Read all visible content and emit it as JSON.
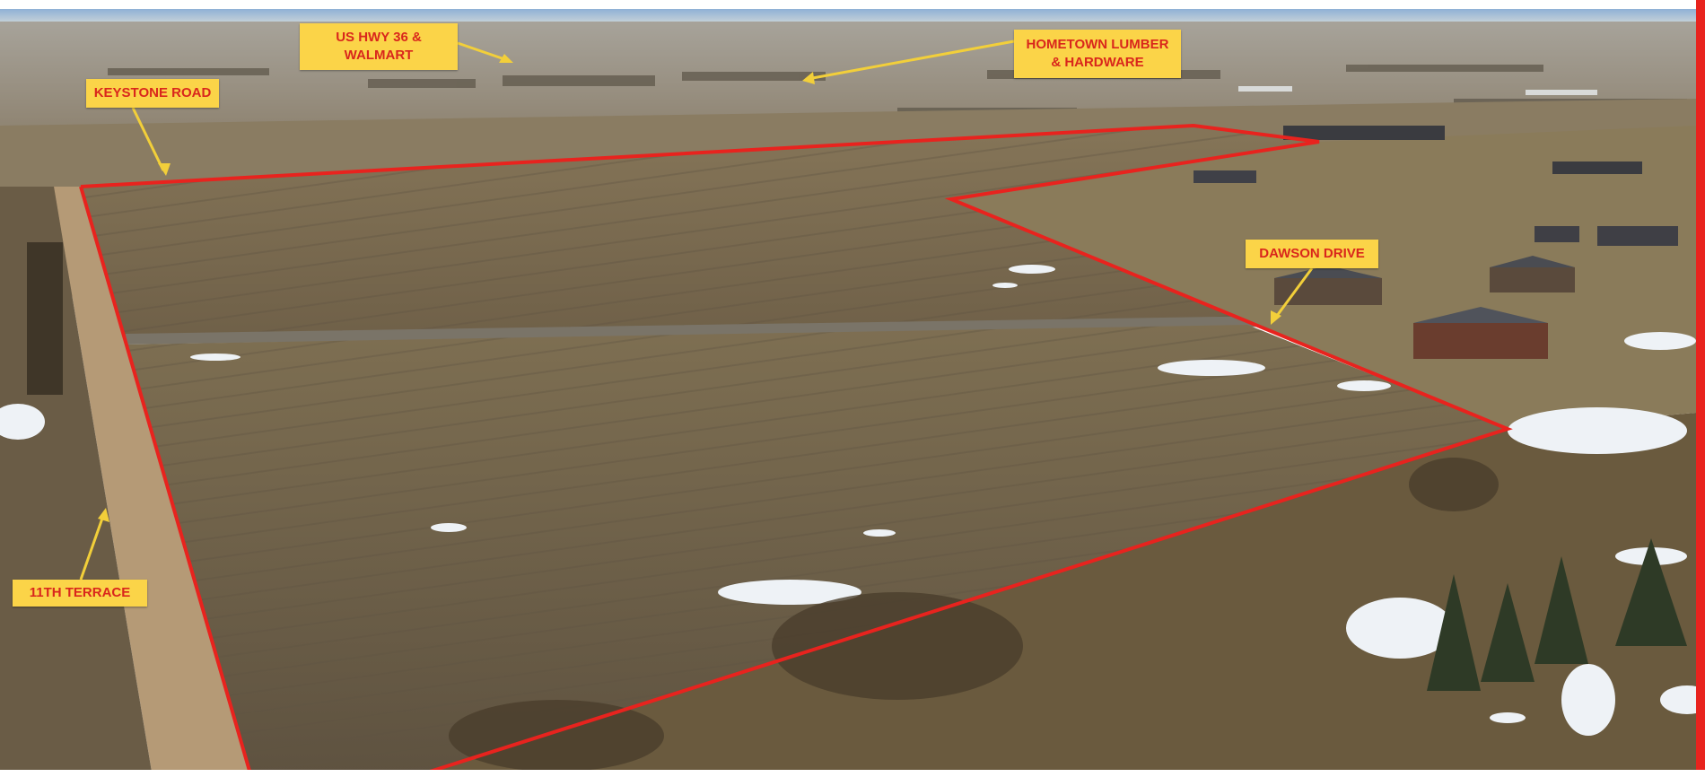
{
  "labels": {
    "us_hwy": "US HWY 36 &\nWALMART",
    "hometown_lumber": "HOMETOWN LUMBER\n& HARDWARE",
    "keystone_road": "KEYSTONE ROAD",
    "dawson_drive": "DAWSON DRIVE",
    "eleventh_terrace": "11TH TERRACE"
  },
  "colors": {
    "boundary": "#e8231e",
    "label_fill": "#fbd448",
    "label_text": "#d9261c",
    "arrow": "#f2cf3a"
  }
}
